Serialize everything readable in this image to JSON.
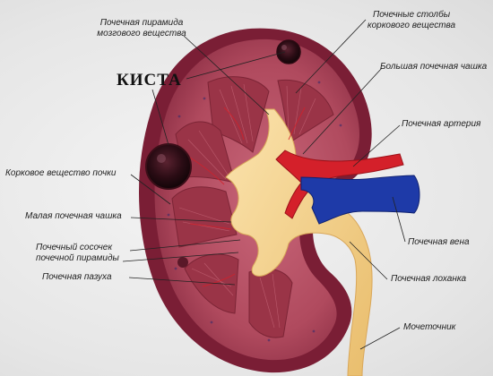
{
  "diagram": {
    "cyst_label": "КИСТА",
    "labels": {
      "pyramid": [
        "Почечная пирамида",
        "мозгового вещества"
      ],
      "columns": [
        "Почечные столбы",
        "коркового вещества"
      ],
      "major_calyx": "Большая почечная чашка",
      "artery": "Почечная артерия",
      "cortex": "Корковое вещество почки",
      "minor_calyx": "Малая почечная чашка",
      "papilla": [
        "Почечный сосочек",
        "почечной пирамиды"
      ],
      "sinus": "Почечная пазуха",
      "vein": "Почечная вена",
      "pelvis": "Почечная лоханка",
      "ureter": "Мочеточник"
    },
    "colors": {
      "capsule": "#7a1e35",
      "cortex": "#b04a5e",
      "pyramid": "#9e3a4c",
      "pelvis": "#f3d28f",
      "artery": "#d4202a",
      "vein": "#1e3aa8"
    }
  }
}
